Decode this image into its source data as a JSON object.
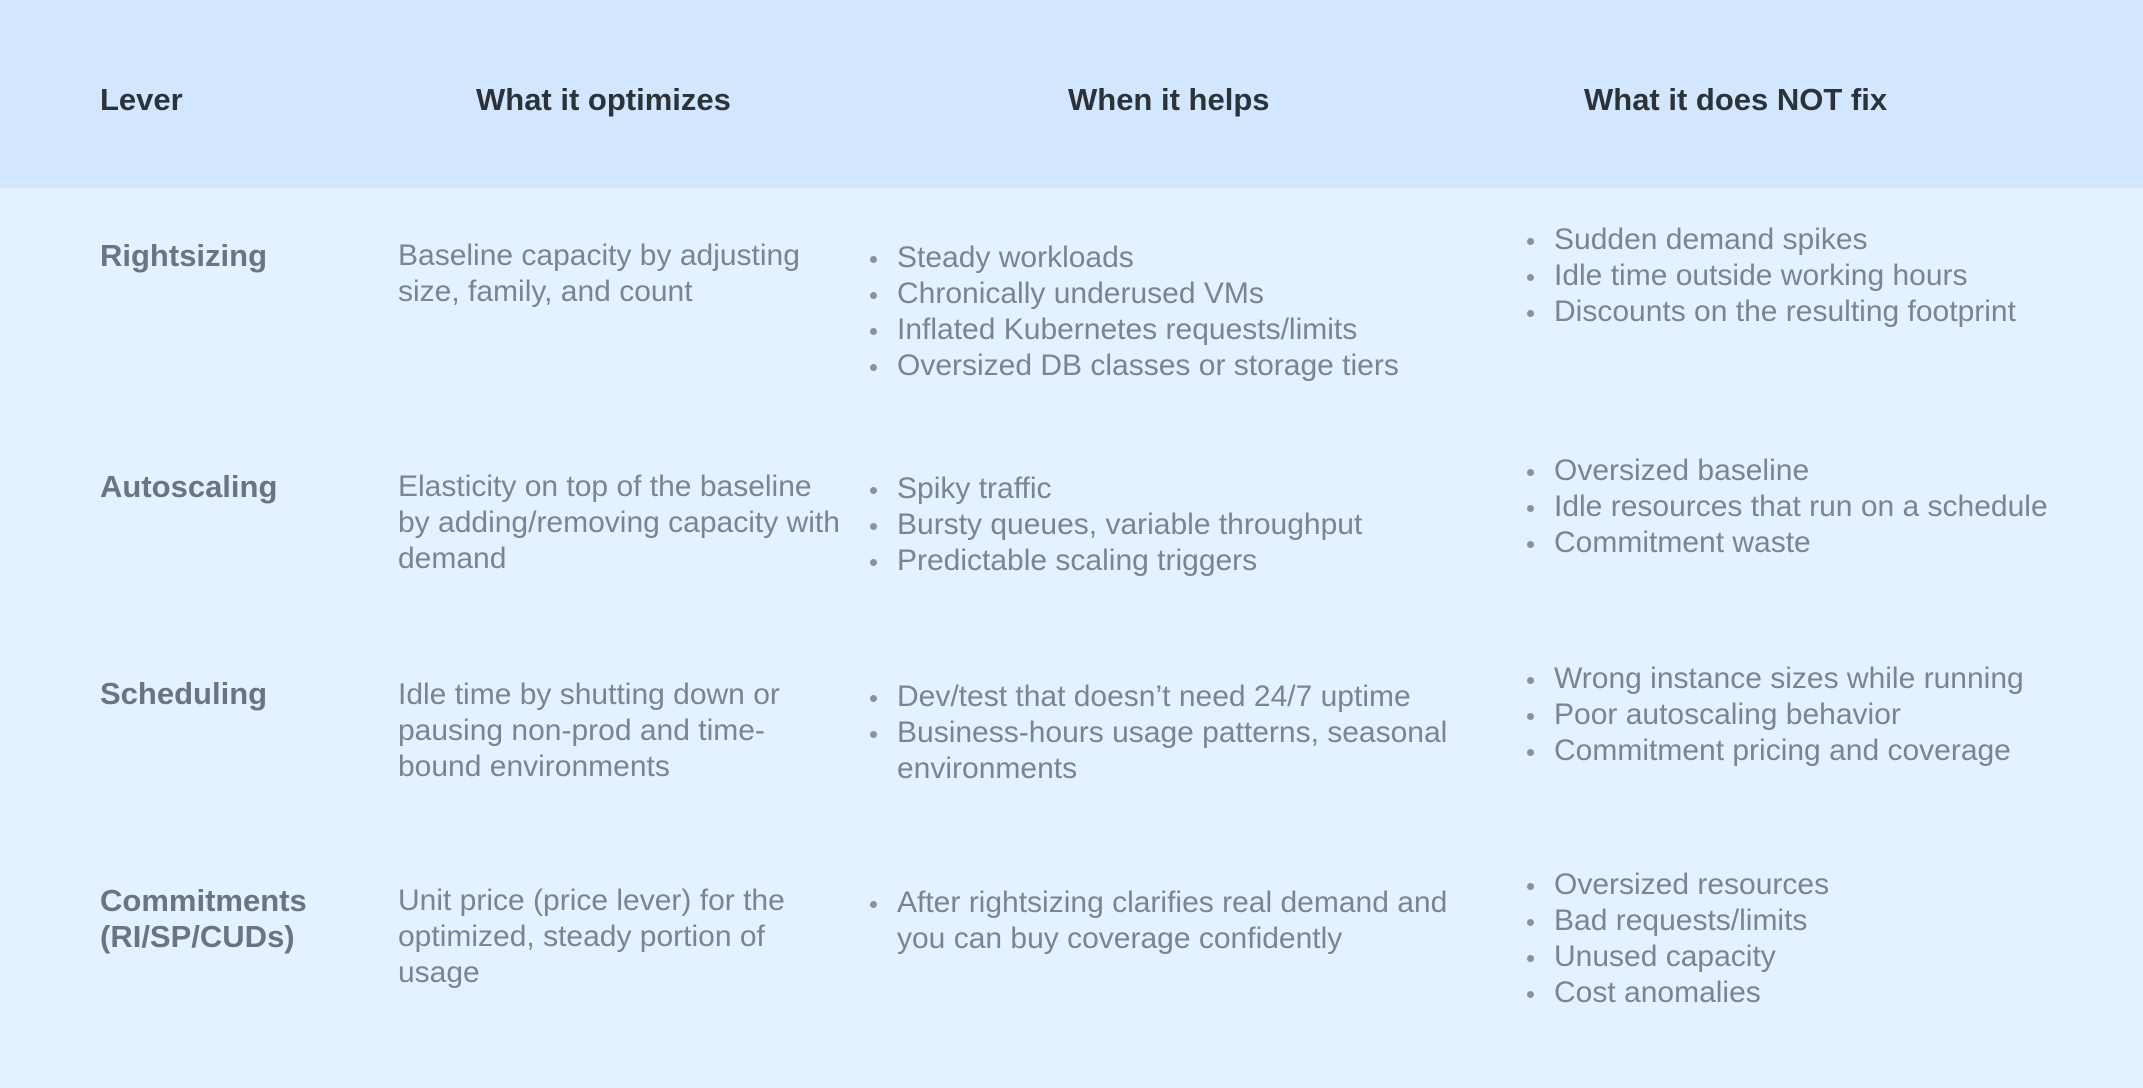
{
  "header": {
    "lever": "Lever",
    "optimizes": "What it optimizes",
    "helps": "When it helps",
    "not_fix": "What it does NOT fix"
  },
  "rows": [
    {
      "lever": "Rightsizing",
      "optimizes": "Baseline capacity by adjusting size, family, and count",
      "helps": [
        "Steady workloads",
        "Chronically underused VMs",
        "Inflated Kubernetes requests/limits",
        "Oversized DB classes or storage tiers"
      ],
      "not_fix": [
        "Sudden demand spikes",
        "Idle time outside working hours",
        "Discounts on the resulting footprint"
      ]
    },
    {
      "lever": "Autoscaling",
      "optimizes": "Elasticity on top of the baseline by adding/removing capacity with demand",
      "helps": [
        "Spiky traffic",
        "Bursty queues, variable throughput",
        "Predictable scaling triggers"
      ],
      "not_fix": [
        "Oversized baseline",
        "Idle resources that run on a schedule",
        "Commitment waste"
      ]
    },
    {
      "lever": "Scheduling",
      "optimizes": "Idle time by shutting down or pausing non-prod and time-bound environments",
      "helps": [
        "Dev/test that doesn’t need 24/7 uptime",
        "Business-hours usage patterns, seasonal environments"
      ],
      "not_fix": [
        "Wrong instance sizes while running",
        "Poor autoscaling behavior",
        "Commitment pricing and coverage"
      ]
    },
    {
      "lever": "Commitments (RI/SP/CUDs)",
      "optimizes": "Unit price (price lever) for the optimized, steady portion of usage",
      "helps": [
        "After rightsizing clarifies real demand and you can buy coverage confidently"
      ],
      "not_fix": [
        "Oversized resources",
        "Bad requests/limits",
        "Unused capacity",
        "Cost anomalies"
      ]
    }
  ]
}
